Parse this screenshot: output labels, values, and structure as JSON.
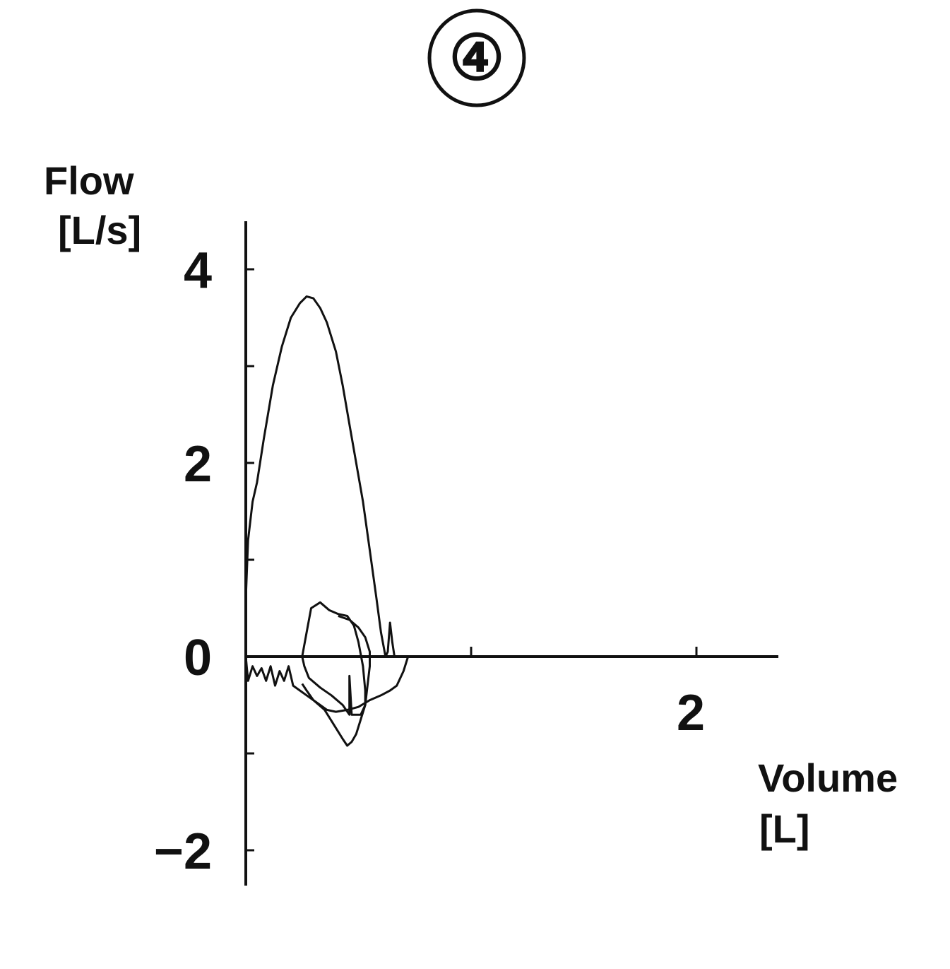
{
  "chart_data": {
    "type": "line",
    "title": "④",
    "ylabel": [
      "Flow",
      "[L/s]"
    ],
    "xlabel": [
      "Volume",
      "[L]"
    ],
    "xlim": [
      0,
      2.35
    ],
    "ylim": [
      -2.3,
      4.6
    ],
    "x_ticks": [
      0,
      1,
      2
    ],
    "x_tick_labels": [
      {
        "value": 2,
        "label": "2"
      }
    ],
    "y_ticks": [
      -2,
      -1,
      0,
      1,
      2,
      3,
      4
    ],
    "y_tick_labels": [
      {
        "value": 4,
        "label": "4"
      },
      {
        "value": 2,
        "label": "2"
      },
      {
        "value": 0,
        "label": "0"
      },
      {
        "value": -2,
        "label": "−2"
      }
    ],
    "grid": false,
    "line_color": "#111111",
    "series": [
      {
        "values": [
          [
            0.0,
            0.0
          ],
          [
            0.0,
            0.6
          ],
          [
            0.01,
            1.2
          ],
          [
            0.03,
            1.6
          ],
          [
            0.05,
            1.8
          ],
          [
            0.08,
            2.25
          ],
          [
            0.12,
            2.8
          ],
          [
            0.16,
            3.2
          ],
          [
            0.2,
            3.5
          ],
          [
            0.24,
            3.65
          ],
          [
            0.27,
            3.72
          ],
          [
            0.3,
            3.7
          ],
          [
            0.33,
            3.6
          ],
          [
            0.36,
            3.45
          ],
          [
            0.4,
            3.15
          ],
          [
            0.43,
            2.8
          ],
          [
            0.46,
            2.4
          ],
          [
            0.49,
            2.0
          ],
          [
            0.52,
            1.6
          ],
          [
            0.55,
            1.1
          ],
          [
            0.58,
            0.6
          ],
          [
            0.6,
            0.25
          ],
          [
            0.62,
            0.0
          ],
          [
            0.63,
            0.05
          ],
          [
            0.64,
            0.35
          ],
          [
            0.65,
            0.15
          ],
          [
            0.66,
            0.0
          ],
          [
            0.7,
            0.0
          ],
          [
            0.78,
            0.0
          ]
        ]
      },
      {
        "values": [
          [
            0.0,
            0.0
          ],
          [
            0.01,
            -0.25
          ],
          [
            0.03,
            -0.1
          ],
          [
            0.05,
            -0.2
          ],
          [
            0.07,
            -0.12
          ],
          [
            0.09,
            -0.25
          ],
          [
            0.11,
            -0.1
          ],
          [
            0.13,
            -0.3
          ],
          [
            0.15,
            -0.15
          ],
          [
            0.17,
            -0.25
          ],
          [
            0.19,
            -0.1
          ],
          [
            0.21,
            -0.3
          ],
          [
            0.24,
            -0.35
          ],
          [
            0.27,
            -0.4
          ],
          [
            0.3,
            -0.45
          ],
          [
            0.33,
            -0.5
          ],
          [
            0.36,
            -0.55
          ],
          [
            0.4,
            -0.57
          ],
          [
            0.45,
            -0.55
          ],
          [
            0.5,
            -0.52
          ],
          [
            0.55,
            -0.45
          ],
          [
            0.6,
            -0.4
          ],
          [
            0.64,
            -0.35
          ],
          [
            0.67,
            -0.3
          ],
          [
            0.7,
            -0.15
          ],
          [
            0.72,
            0.0
          ],
          [
            0.76,
            0.0
          ]
        ]
      },
      {
        "values": [
          [
            0.25,
            0.0
          ],
          [
            0.27,
            0.25
          ],
          [
            0.29,
            0.5
          ],
          [
            0.33,
            0.56
          ],
          [
            0.37,
            0.48
          ],
          [
            0.41,
            0.44
          ],
          [
            0.45,
            0.42
          ],
          [
            0.48,
            0.32
          ],
          [
            0.5,
            0.15
          ],
          [
            0.52,
            -0.1
          ],
          [
            0.53,
            -0.35
          ],
          [
            0.53,
            -0.5
          ],
          [
            0.51,
            -0.6
          ],
          [
            0.48,
            -0.6
          ],
          [
            0.47,
            -0.6
          ],
          [
            0.46,
            -0.2
          ],
          [
            0.46,
            -0.6
          ],
          [
            0.43,
            -0.5
          ],
          [
            0.38,
            -0.4
          ],
          [
            0.33,
            -0.32
          ],
          [
            0.28,
            -0.22
          ],
          [
            0.26,
            -0.1
          ],
          [
            0.25,
            0.0
          ]
        ]
      },
      {
        "values": [
          [
            0.41,
            0.42
          ],
          [
            0.46,
            0.38
          ],
          [
            0.5,
            0.3
          ],
          [
            0.53,
            0.2
          ],
          [
            0.55,
            0.05
          ],
          [
            0.55,
            -0.1
          ],
          [
            0.54,
            -0.3
          ],
          [
            0.53,
            -0.5
          ],
          [
            0.51,
            -0.65
          ],
          [
            0.49,
            -0.8
          ],
          [
            0.47,
            -0.88
          ],
          [
            0.45,
            -0.92
          ],
          [
            0.43,
            -0.85
          ],
          [
            0.39,
            -0.7
          ],
          [
            0.35,
            -0.55
          ],
          [
            0.3,
            -0.45
          ],
          [
            0.27,
            -0.35
          ],
          [
            0.25,
            -0.28
          ]
        ]
      }
    ]
  }
}
